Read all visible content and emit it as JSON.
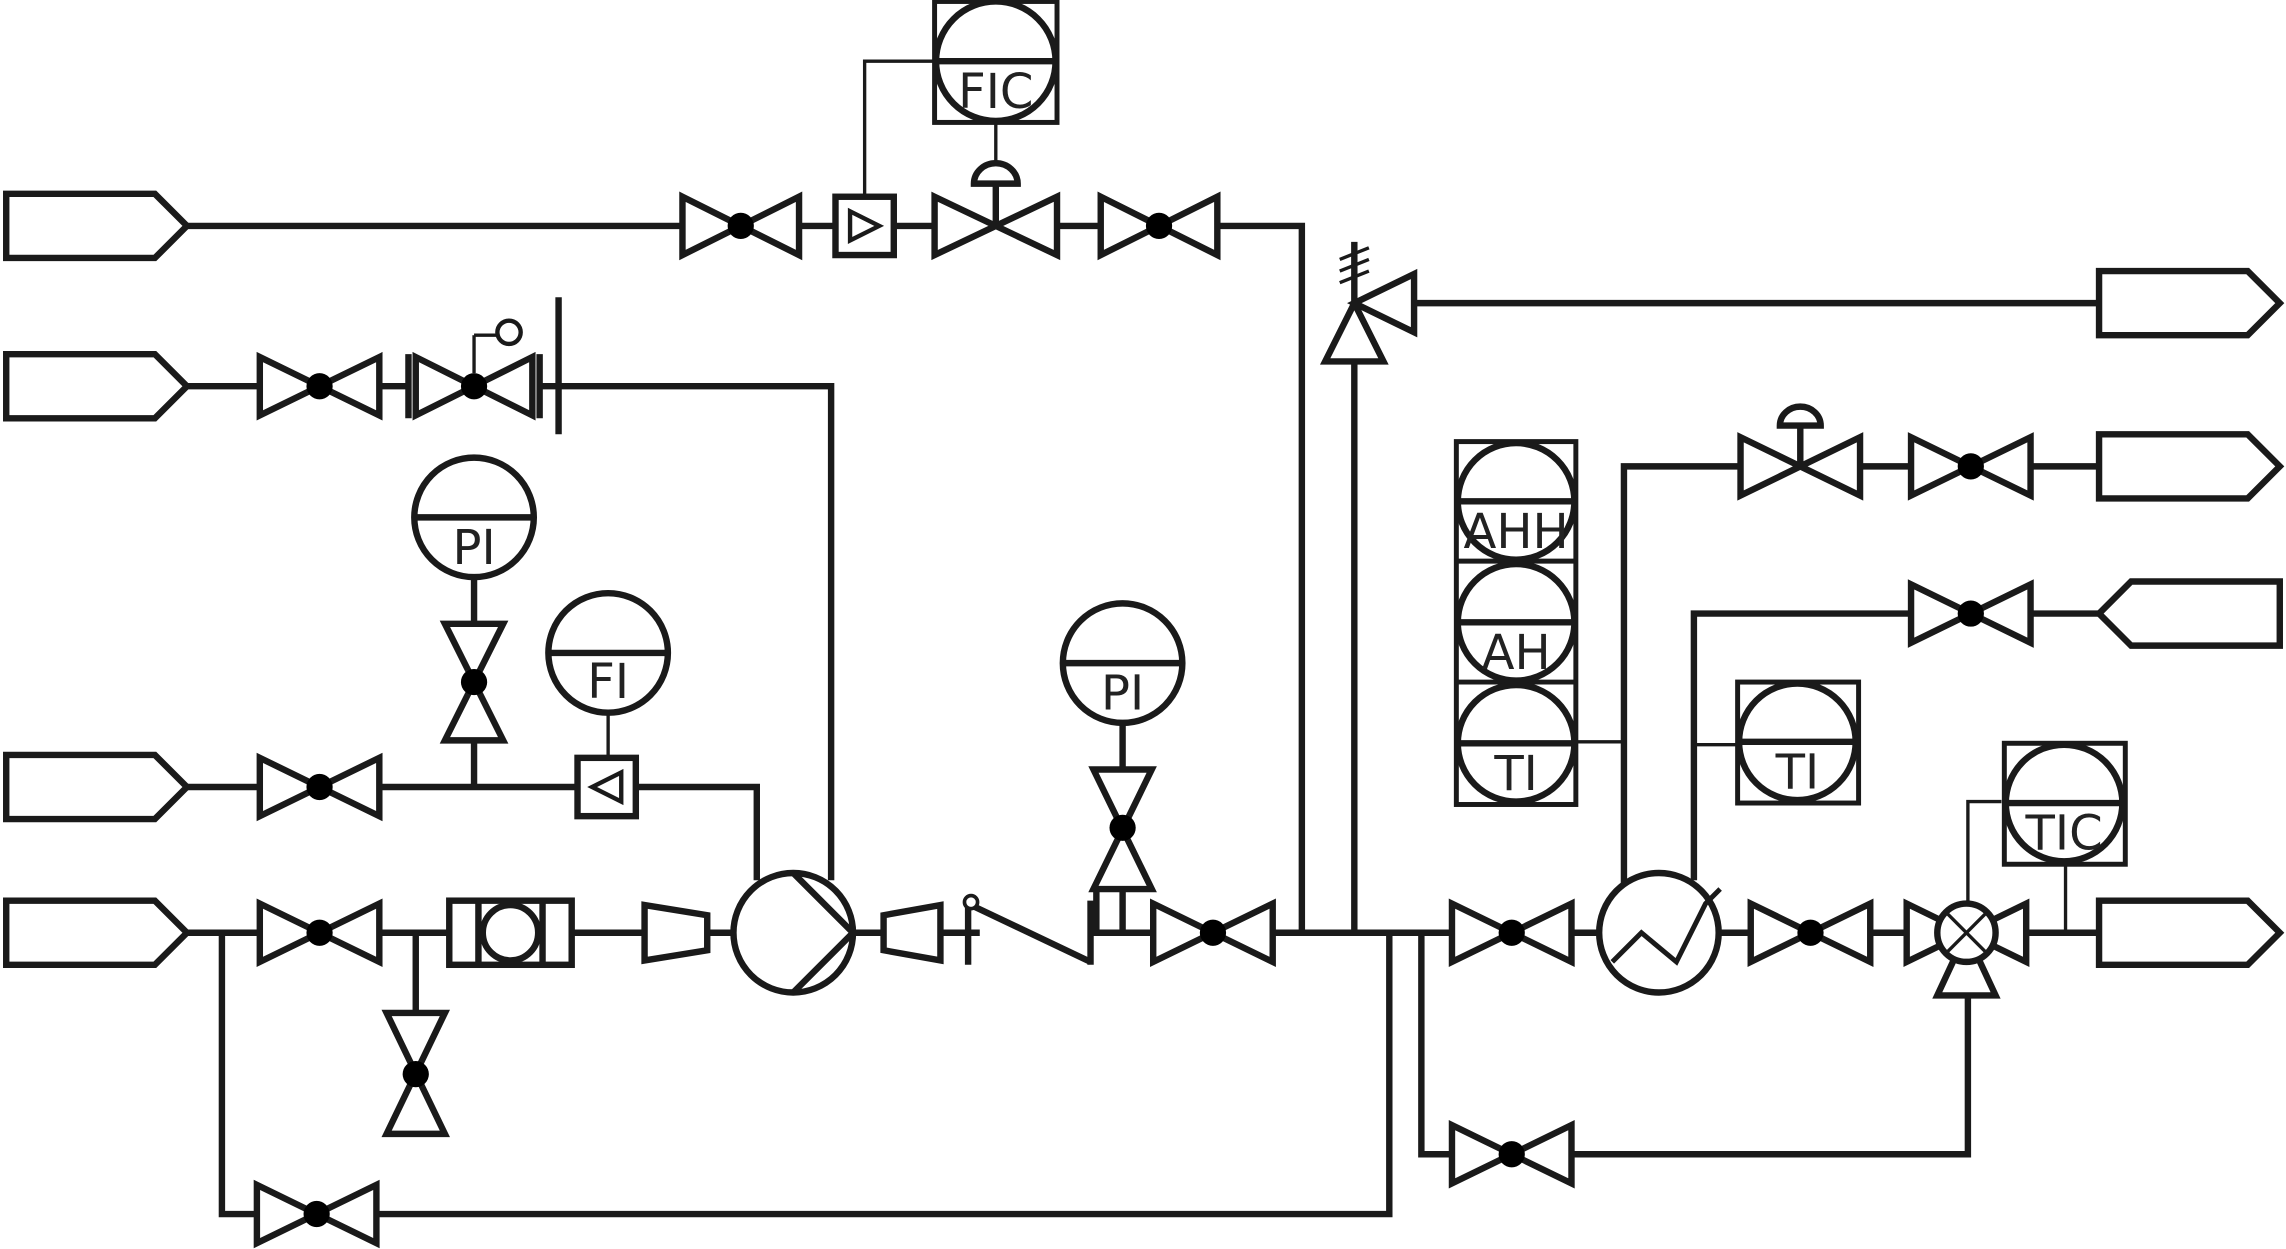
{
  "diagram": {
    "type": "piping-and-instrumentation",
    "instrument_tags": {
      "fic": "FIC",
      "pi_suction": "PI",
      "fi": "FI",
      "pi_discharge": "PI",
      "ahh": "AHH",
      "ah": "AH",
      "ti_left": "TI",
      "ti_right": "TI",
      "tic": "TIC"
    }
  }
}
